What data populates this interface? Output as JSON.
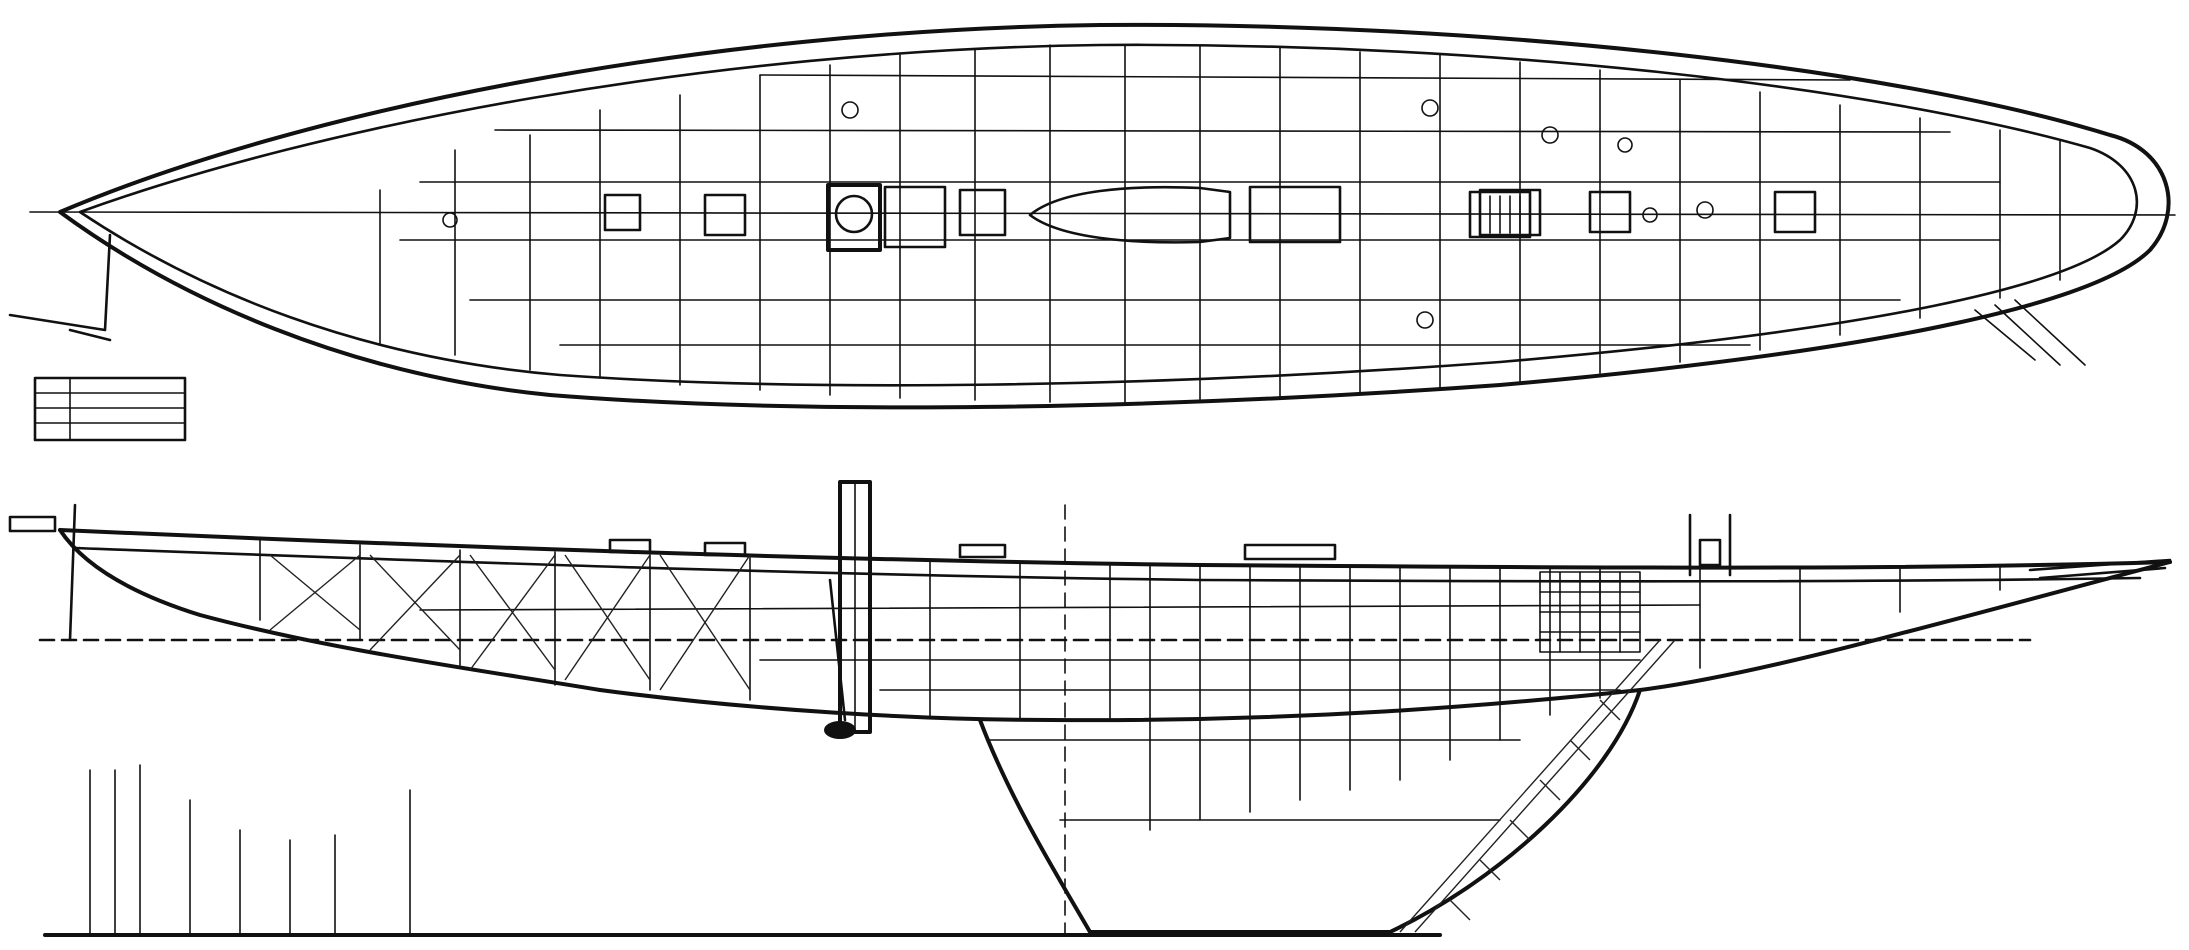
{
  "drawing": {
    "type": "ship-plan",
    "views": [
      "plan-view",
      "profile-view"
    ],
    "ink_color": "#111111",
    "paper_color": "#ffffff"
  }
}
